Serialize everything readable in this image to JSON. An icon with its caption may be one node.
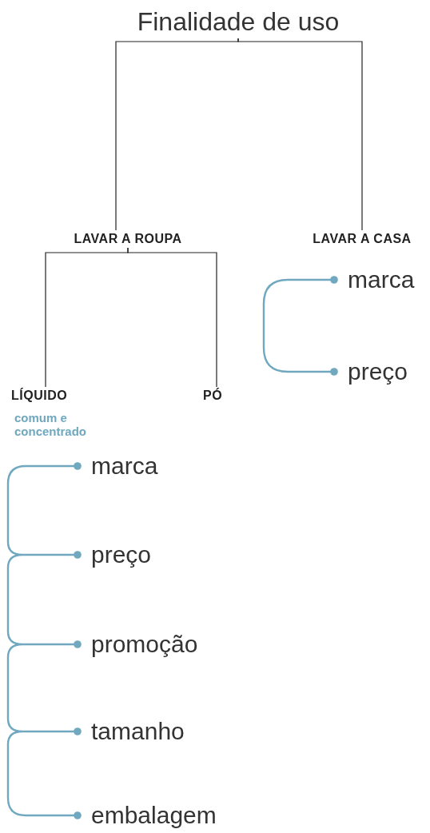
{
  "diagram": {
    "nodes": [
      {
        "text": [
          "Finalidade de uso"
        ]
      },
      {
        "text": [
          "LAVAR A ROUPA"
        ]
      },
      {
        "text": [
          "LAVAR A CASA"
        ]
      },
      {
        "text": [
          "LÍQUIDO"
        ],
        "beside": [
          "comum e concentrado"
        ]
      },
      {
        "text": [
          "PÓ"
        ]
      },
      {
        "text": [
          "marca"
        ]
      },
      {
        "text": [
          "preço"
        ]
      },
      {
        "text": [
          "marca"
        ]
      },
      {
        "text": [
          "preço"
        ]
      },
      {
        "text": [
          "promoção"
        ]
      },
      {
        "text": [
          "tamanho"
        ]
      },
      {
        "text": [
          "embalagem"
        ]
      }
    ],
    "edges": [
      {
        "from": 0,
        "to": 1,
        "arrow": "none",
        "color": "#222222"
      },
      {
        "from": 0,
        "to": 2,
        "arrow": "none",
        "color": "#222222"
      },
      {
        "from": 1,
        "to": 3,
        "arrow": "none",
        "color": "#222222"
      },
      {
        "from": 1,
        "to": 4,
        "arrow": "none",
        "color": "#222222"
      },
      {
        "from": null,
        "to": 5,
        "arrow": "other",
        "color": "#6fa8bf"
      },
      {
        "from": null,
        "to": 6,
        "arrow": "other",
        "color": "#6fa8bf"
      },
      {
        "from": null,
        "to": 7,
        "arrow": "other",
        "color": "#6fa8bf"
      },
      {
        "from": null,
        "to": 8,
        "arrow": "other",
        "color": "#6fa8bf"
      },
      {
        "from": null,
        "to": 9,
        "arrow": "other",
        "color": "#6fa8bf"
      },
      {
        "from": null,
        "to": 10,
        "arrow": "other",
        "color": "#6fa8bf"
      },
      {
        "from": null,
        "to": 11,
        "arrow": "other",
        "color": "#6fa8bf"
      }
    ]
  }
}
